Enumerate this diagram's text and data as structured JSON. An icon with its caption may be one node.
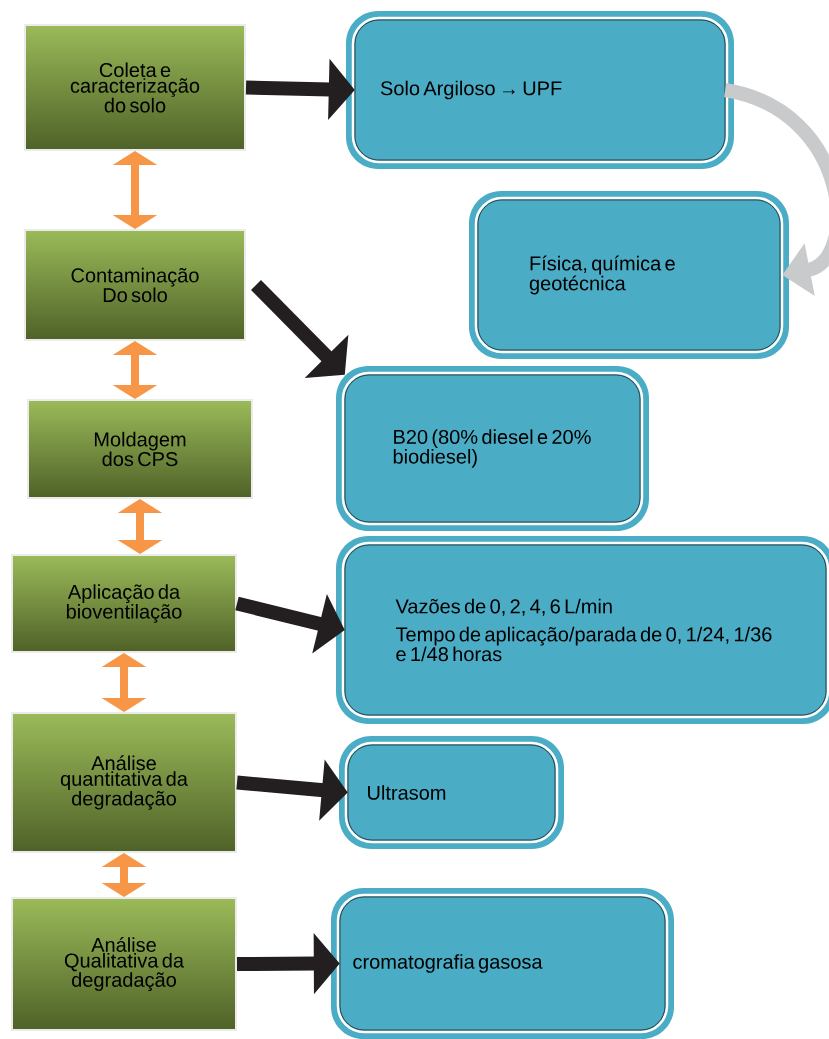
{
  "diagram": {
    "nodes": [
      {
        "text": [
          "Coleta e caracterização do solo"
        ]
      },
      {
        "text": [
          "Solo Argiloso → UPF"
        ]
      },
      {
        "text": [
          "Física, química e geotécnica"
        ]
      },
      {
        "text": [
          "Contaminação Do solo"
        ]
      },
      {
        "text": [
          "B20 (80% diesel e 20% biodiesel)"
        ]
      },
      {
        "text": [
          "Moldagem dos CPS"
        ]
      },
      {
        "text": [
          "Aplicação da bioventilação"
        ]
      },
      {
        "text": [
          "Vazões de 0, 2, 4, 6 L/min",
          "Tempo de aplicação/parada de 0, 1/24, 1/36 e 1/48 horas"
        ]
      },
      {
        "text": [
          "Análise quantitativa da degradação"
        ]
      },
      {
        "text": [
          "Ultrasom"
        ]
      },
      {
        "text": [
          "Análise Qualitativa da degradação"
        ]
      },
      {
        "text": [
          "cromatografia gasosa"
        ]
      }
    ],
    "edges": [
      {
        "from": 0,
        "to": 1,
        "arrow": "to",
        "color": "#231f20"
      },
      {
        "from": 1,
        "to": 2,
        "arrow": "to",
        "color": "#c9cacc"
      },
      {
        "from": 3,
        "to": 4,
        "arrow": "to",
        "color": "#231f20"
      },
      {
        "from": 6,
        "to": 7,
        "arrow": "to",
        "color": "#231f20"
      },
      {
        "from": 8,
        "to": 9,
        "arrow": "to",
        "color": "#231f20"
      },
      {
        "from": 10,
        "to": 11,
        "arrow": "to",
        "color": "#231f20"
      },
      {
        "from": 0,
        "to": 3,
        "arrow": "both",
        "color": "#f79646"
      },
      {
        "from": 3,
        "to": 5,
        "arrow": "both",
        "color": "#f79646"
      },
      {
        "from": 5,
        "to": 6,
        "arrow": "both",
        "color": "#f79646"
      },
      {
        "from": 6,
        "to": 8,
        "arrow": "both",
        "color": "#f79646"
      },
      {
        "from": 8,
        "to": 10,
        "arrow": "both",
        "color": "#f79646"
      }
    ]
  }
}
